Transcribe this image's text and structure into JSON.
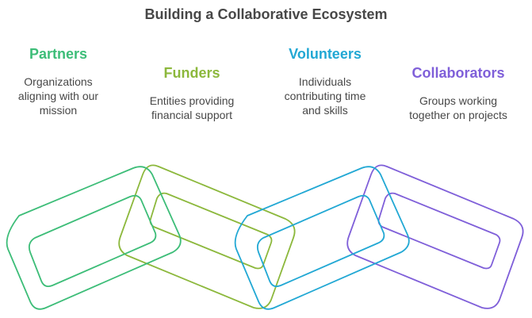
{
  "title": "Building a Collaborative Ecosystem",
  "columns": [
    {
      "heading": "Partners",
      "lines": [
        "Organizations",
        "aligning with our",
        "mission"
      ],
      "color": "#3dbd78"
    },
    {
      "heading": "Funders",
      "lines": [
        "Entities providing",
        "financial support"
      ],
      "color": "#8cb83c"
    },
    {
      "heading": "Volunteers",
      "lines": [
        "Individuals",
        "contributing time",
        "and skills"
      ],
      "color": "#22a8d4"
    },
    {
      "heading": "Collaborators",
      "lines": [
        "Groups working",
        "together on projects"
      ],
      "color": "#7f5fd9"
    }
  ]
}
